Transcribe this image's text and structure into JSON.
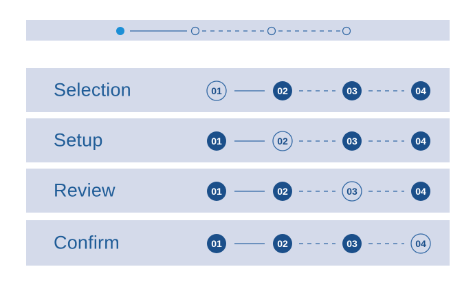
{
  "stepper_rows": [
    {
      "label": "Selection",
      "active_step": 0
    },
    {
      "label": "Setup",
      "active_step": 1
    },
    {
      "label": "Review",
      "active_step": 2
    },
    {
      "label": "Confirm",
      "active_step": 3
    }
  ],
  "step_labels": [
    "01",
    "02",
    "03",
    "04"
  ],
  "mini_progress": {
    "steps": 4,
    "current": 0
  },
  "colors": {
    "band": "#d4daea",
    "primary": "#1b4f8a",
    "label": "#1f5c97",
    "dot": "#1c8fd6",
    "line": "#2f66a3"
  }
}
